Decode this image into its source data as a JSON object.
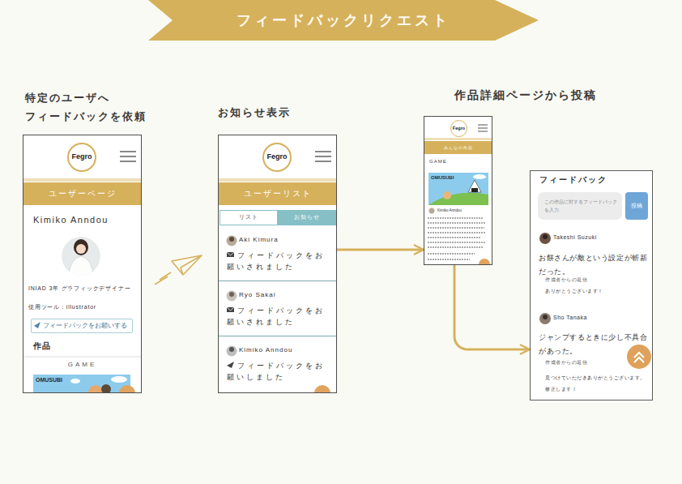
{
  "diagram": {
    "nodes": [
      {
        "text": [
          "フィードバックリクエスト"
        ]
      },
      {
        "text": [
          "特定のユーザへ フィードバックを依頼",
          "Kimiko Anndou",
          "INIAD 3年 グラフィックデザイナー",
          "使用ツール：illustrator",
          "作品",
          "GAME"
        ]
      },
      {
        "text": [
          "Fegro"
        ],
        "in": 1
      },
      {
        "text": [
          "ユーザーページ"
        ],
        "in": 1
      },
      {
        "text": [
          "フィードバックをお願いする"
        ],
        "in": 1
      },
      {
        "text": [
          "OMUSUBI"
        ],
        "in": 1
      },
      {
        "text": [
          "お知らせ表示"
        ]
      },
      {
        "text": [
          "Fegro"
        ],
        "in": 6
      },
      {
        "text": [
          "ユーザーリスト"
        ],
        "in": 6
      },
      {
        "text": [
          "リスト"
        ],
        "in": 6
      },
      {
        "text": [
          "お知らせ"
        ],
        "in": 6
      },
      {
        "text": [
          "Aki Kimura",
          "フィードバックをお願いされました"
        ],
        "in": 6
      },
      {
        "text": [
          "Ryo Sakai",
          "フィードバックをお願いされました"
        ],
        "in": 6
      },
      {
        "text": [
          "Kimiko Anndou",
          "フィードバックをお願いしました"
        ],
        "in": 6
      },
      {
        "text": [
          "作品詳細ページから投稿",
          "GAME",
          "Kimiko Anndou"
        ]
      },
      {
        "text": [
          "Fegro"
        ],
        "in": 14
      },
      {
        "text": [
          "みんなの作品"
        ],
        "in": 14
      },
      {
        "text": [
          "OMUSUBI"
        ],
        "in": 14
      },
      {
        "text": [
          "フィードバック",
          "Takeshi Suzuki",
          "お餅さんが敵という設定が斬新だった。",
          "作成者からの返信",
          "ありがとうございます！",
          "Sho Tanaka",
          "ジャンプするときに少し不具合があった。",
          "作成者からの返信",
          "見つけていただきありがとうございます。修正します！"
        ]
      },
      {
        "text": [
          "この作品に対するフィードバックを入力"
        ],
        "in": 18
      },
      {
        "text": [
          "投稿"
        ],
        "in": 18
      }
    ],
    "edges": [
      {
        "from": 6,
        "to": 14,
        "arrow": "to"
      },
      {
        "from": 14,
        "to": 18,
        "arrow": "to"
      }
    ]
  }
}
